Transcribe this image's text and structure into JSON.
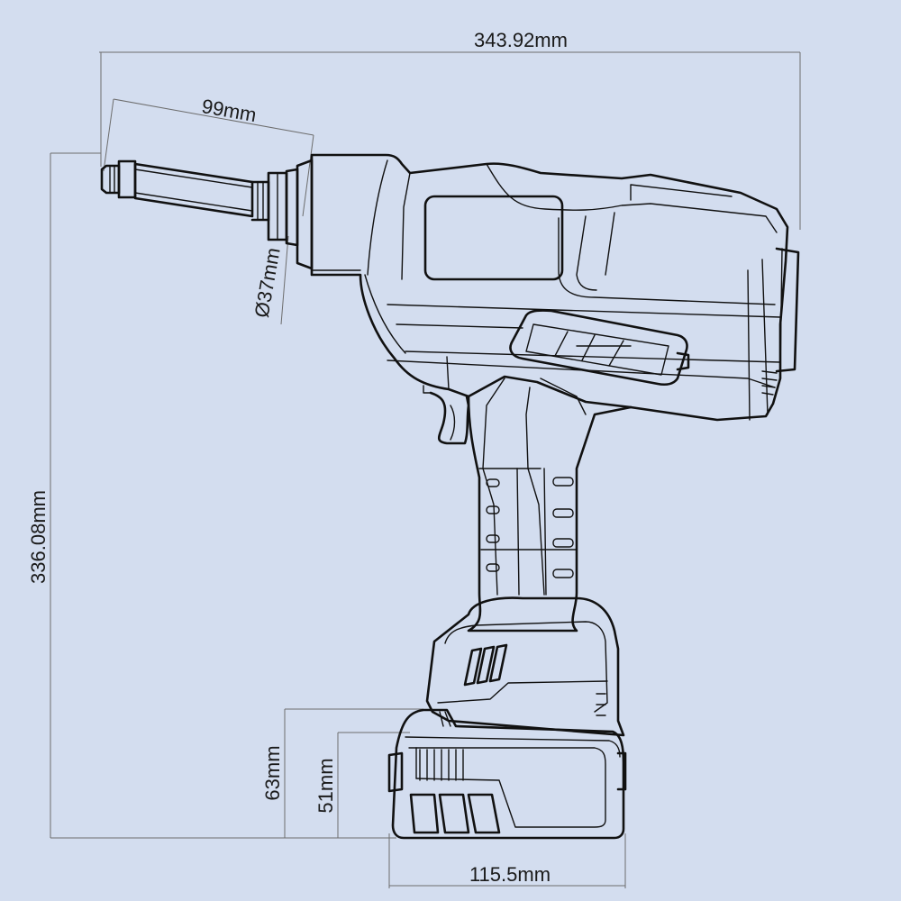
{
  "background_color": "#d3ddef",
  "line_color": "#111111",
  "dimension_line_color": "#6d6d6d",
  "dimensions": {
    "overall_length": "343.92mm",
    "nose_length": "99mm",
    "nose_diameter": "Ø37mm",
    "overall_height": "336.08mm",
    "battery_height_outer": "63mm",
    "battery_height_inner": "51mm",
    "battery_width": "115.5mm"
  }
}
